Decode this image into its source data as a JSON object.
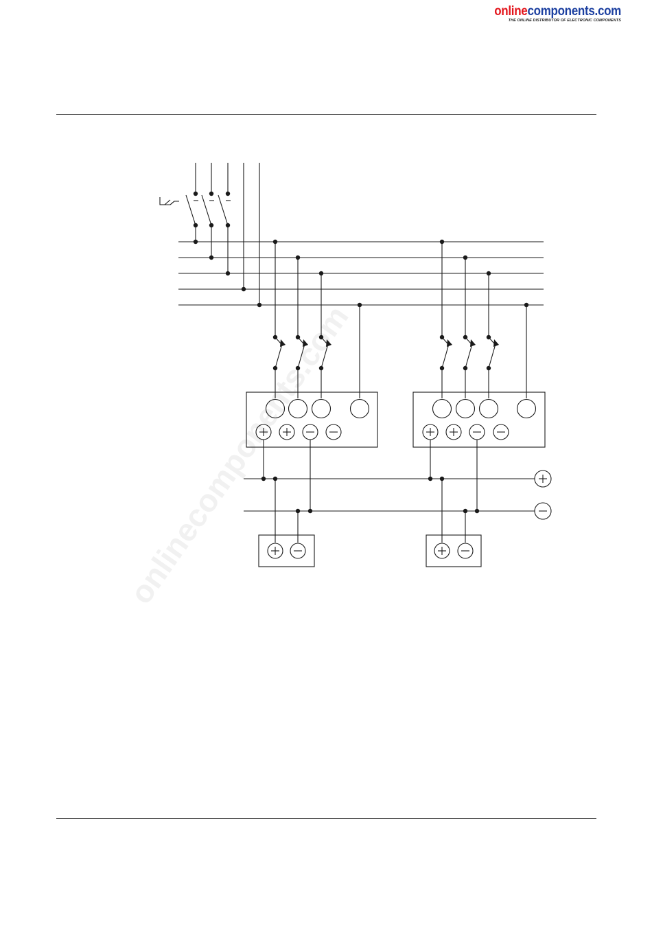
{
  "header": {
    "logo_online": "online",
    "logo_components": "components.com",
    "tagline": "THE ONLINE DISTRIBUTOR OF ELECTRONIC COMPONENTS"
  },
  "watermark_text": "onlinecomponents.com",
  "colors": {
    "logo_red": "#e3151c",
    "logo_blue": "#1b3fa0",
    "line": "#1a1a1a",
    "watermark": "#f1f1f1"
  },
  "diagram": {
    "bus_lines": 5,
    "switched_poles": 3,
    "modules": 2,
    "module_terminals": {
      "circle": 4,
      "plus": 2,
      "minus": 2
    },
    "dc_bus": [
      "+",
      "−"
    ],
    "loads": 2
  }
}
